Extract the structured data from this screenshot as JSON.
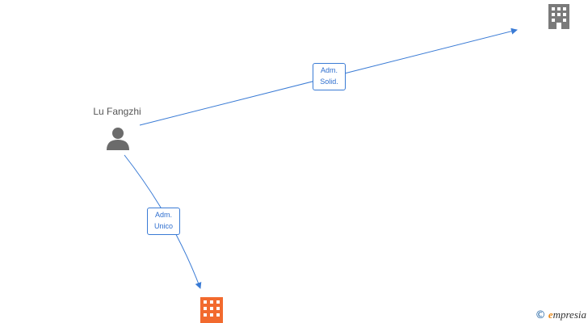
{
  "person": {
    "name": "Lu Fangzhi",
    "icon": "person-icon"
  },
  "edges": [
    {
      "role_line1": "Adm.",
      "role_line2": "Solid.",
      "target": "company-top-right"
    },
    {
      "role_line1": "Adm.",
      "role_line2": "Unico",
      "target": "company-bottom"
    }
  ],
  "companies": [
    {
      "icon": "building-icon",
      "color": "#7a7a7a"
    },
    {
      "icon": "building-icon",
      "color": "#f26a2e"
    }
  ],
  "brand": {
    "copyright_symbol": "©",
    "initial": "e",
    "rest": "mpresia",
    "accent": "#e8891a"
  },
  "colors": {
    "edge": "#3a7bd5",
    "person": "#6b6b6b"
  }
}
